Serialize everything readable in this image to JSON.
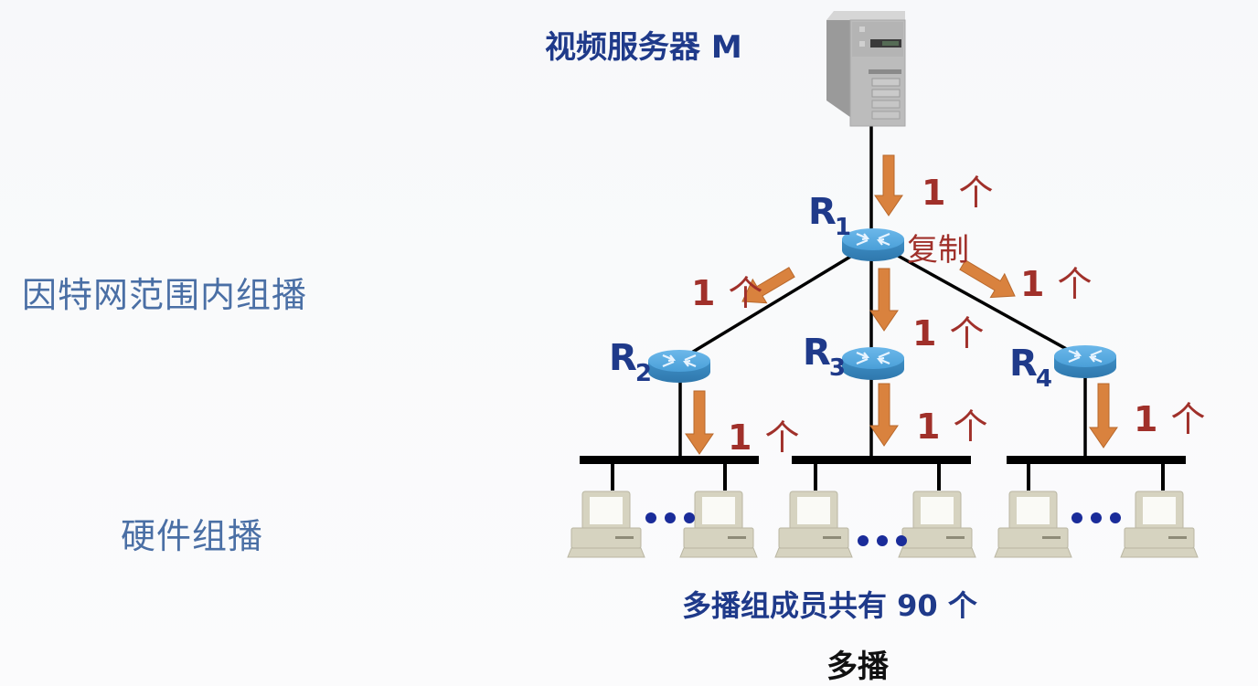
{
  "left_labels": {
    "internet_multicast": "因特网范围内组播",
    "hardware_multicast": "硬件组播"
  },
  "server": {
    "label": "视频服务器 M",
    "icon": "server-tower-icon"
  },
  "routers": [
    {
      "name": "R",
      "sub": "1"
    },
    {
      "name": "R",
      "sub": "2"
    },
    {
      "name": "R",
      "sub": "3"
    },
    {
      "name": "R",
      "sub": "4"
    }
  ],
  "copy_label": "复制",
  "packet_counts": [
    {
      "id": "server-to-r1",
      "count": "1",
      "unit": "个"
    },
    {
      "id": "r1-to-r2",
      "count": "1",
      "unit": "个"
    },
    {
      "id": "r1-to-r3",
      "count": "1",
      "unit": "个"
    },
    {
      "id": "r1-to-r4",
      "count": "1",
      "unit": "个"
    },
    {
      "id": "r2-to-lan",
      "count": "1",
      "unit": "个"
    },
    {
      "id": "r3-to-lan",
      "count": "1",
      "unit": "个"
    },
    {
      "id": "r4-to-lan",
      "count": "1",
      "unit": "个"
    }
  ],
  "lans": [
    {
      "id": "lan-r2",
      "hosts": 2,
      "ellipsis": "•••"
    },
    {
      "id": "lan-r3",
      "hosts": 2,
      "ellipsis": "•••"
    },
    {
      "id": "lan-r4",
      "hosts": 2,
      "ellipsis": "•••"
    }
  ],
  "members_text": "多播组成员共有 90 个",
  "caption": "多播",
  "colors": {
    "router": "#4a9fd8",
    "arrow": "#d9823e",
    "count_text": "#a0302a",
    "label_blue": "#1f3a8a",
    "host": "#d6d3c0"
  }
}
